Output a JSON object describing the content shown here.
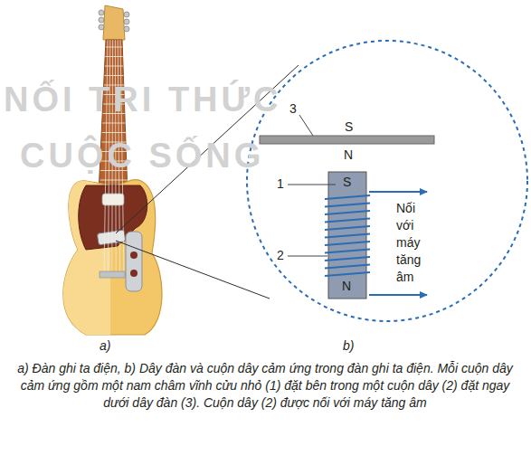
{
  "diagram": {
    "caption": "a) Đàn ghi ta điện, b) Dây đàn và cuộn dây cảm ứng trong đàn ghi ta điện. Mỗi cuộn dây cảm ứng gồm một nam châm vĩnh cửu nhỏ (1) đặt bên trong một cuộn dây (2) đặt ngay dưới dây đàn (3). Cuộn dây (2) được nối với máy tăng âm",
    "labels": [
      "NỐI TRI THỨC",
      "CUỘC SỐNG",
      "3",
      "S",
      "N",
      "1",
      "S",
      "N",
      "2",
      "Nối với máy tăng âm",
      "a)",
      "b)"
    ]
  }
}
